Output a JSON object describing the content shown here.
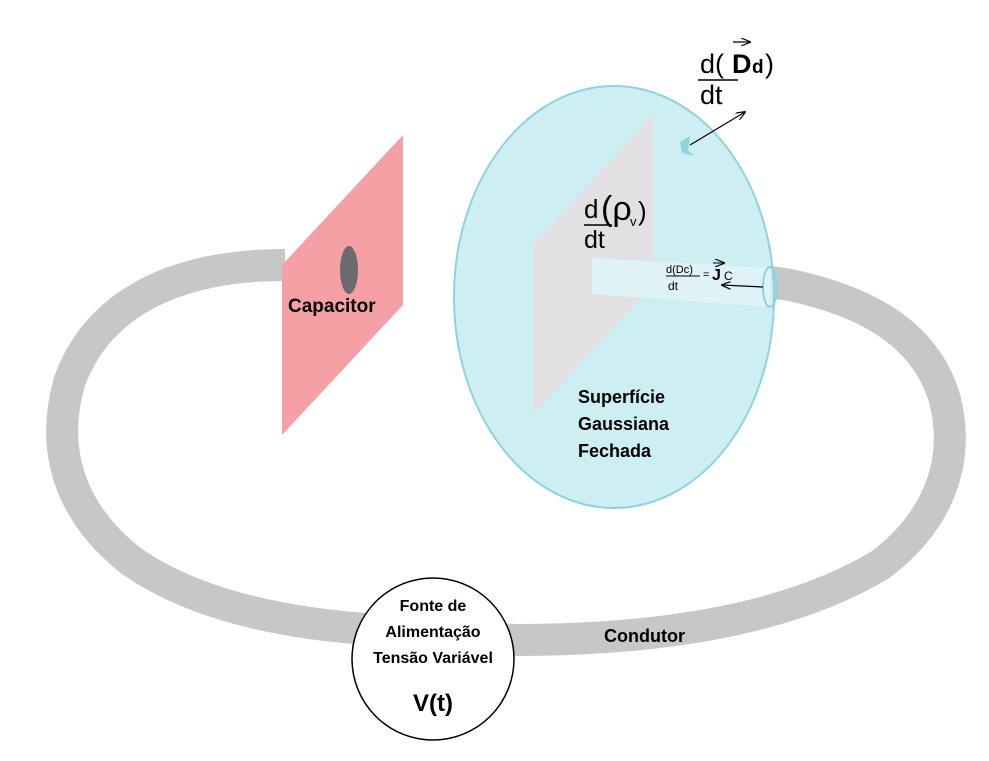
{
  "colors": {
    "conductor": "#c7c7c7",
    "plate_left": "#f4a0a4",
    "plate_inner": "#e3e0e3",
    "gaussian_surface_fill": "#cdeef3",
    "gaussian_surface_stroke": "#8fd3df",
    "tube_fill": "#dff2f6",
    "dot": "#6b6b6b"
  },
  "labels": {
    "capacitor": "Capacitor",
    "surface_line1": "Superfície",
    "surface_line2": "Gaussiana",
    "surface_line3": "Fechada",
    "conductor": "Condutor",
    "source_line1": "Fonte de",
    "source_line2": "Alimentação",
    "source_line3": "Tensão Variável",
    "source_voltage": "V(t)"
  },
  "equations": {
    "dd_num": "d(",
    "dd_sym": "D",
    "dd_sub": "d",
    "dd_close": ")",
    "dd_den": "dt",
    "rho_num": "d",
    "rho_sym": "(ρ",
    "rho_sub": "v",
    "rho_close": ")",
    "rho_den": "dt",
    "jc_num": "d(Dc)",
    "jc_den": "dt",
    "jc_eq": "=",
    "jc_sym": "J",
    "jc_sub": "C"
  }
}
